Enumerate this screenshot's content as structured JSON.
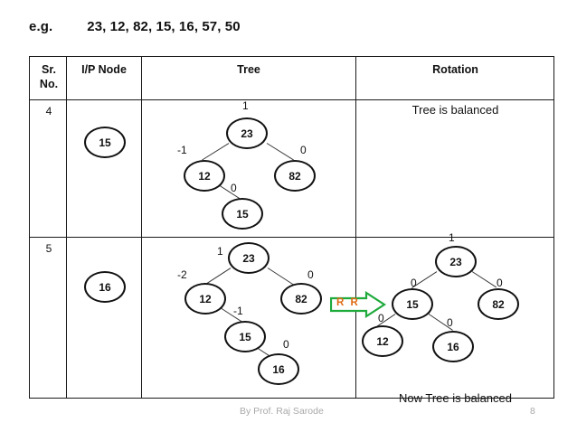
{
  "slide": {
    "heading_label": "e.g.",
    "heading_sequence": "23, 12, 82, 15, 16, 57, 50",
    "footer_author": "By Prof. Raj Sarode",
    "footer_page": "8"
  },
  "table": {
    "headers": {
      "sr_no": "Sr. No.",
      "ip_node": "I/P Node",
      "tree": "Tree",
      "rotation": "Rotation"
    },
    "rows": [
      {
        "sr_no": "4",
        "ip_node": "15",
        "rotation_text": "Tree is balanced"
      },
      {
        "sr_no": "5",
        "ip_node": "16",
        "rotation_text": "Now Tree is balanced"
      }
    ]
  },
  "rotation_marker": {
    "label": "R R",
    "arrow_color": "#1faa3c",
    "label_color": "#e06a14"
  },
  "trees": {
    "row4_tree": {
      "nodes": [
        {
          "key": "23",
          "bf": "1"
        },
        {
          "key": "12",
          "bf": "-1"
        },
        {
          "key": "82",
          "bf": "0"
        },
        {
          "key": "15",
          "bf": "0"
        }
      ]
    },
    "row5_tree": {
      "nodes": [
        {
          "key": "23",
          "bf": "1"
        },
        {
          "key": "12",
          "bf": "-2"
        },
        {
          "key": "82",
          "bf": "0"
        },
        {
          "key": "15",
          "bf": "-1"
        },
        {
          "key": "16",
          "bf": "0"
        }
      ]
    },
    "row5_rotation": {
      "nodes": [
        {
          "key": "23",
          "bf": "1"
        },
        {
          "key": "15",
          "bf": "0"
        },
        {
          "key": "82",
          "bf": "0"
        },
        {
          "key": "12",
          "bf": "0"
        },
        {
          "key": "16",
          "bf": "0"
        }
      ]
    }
  }
}
